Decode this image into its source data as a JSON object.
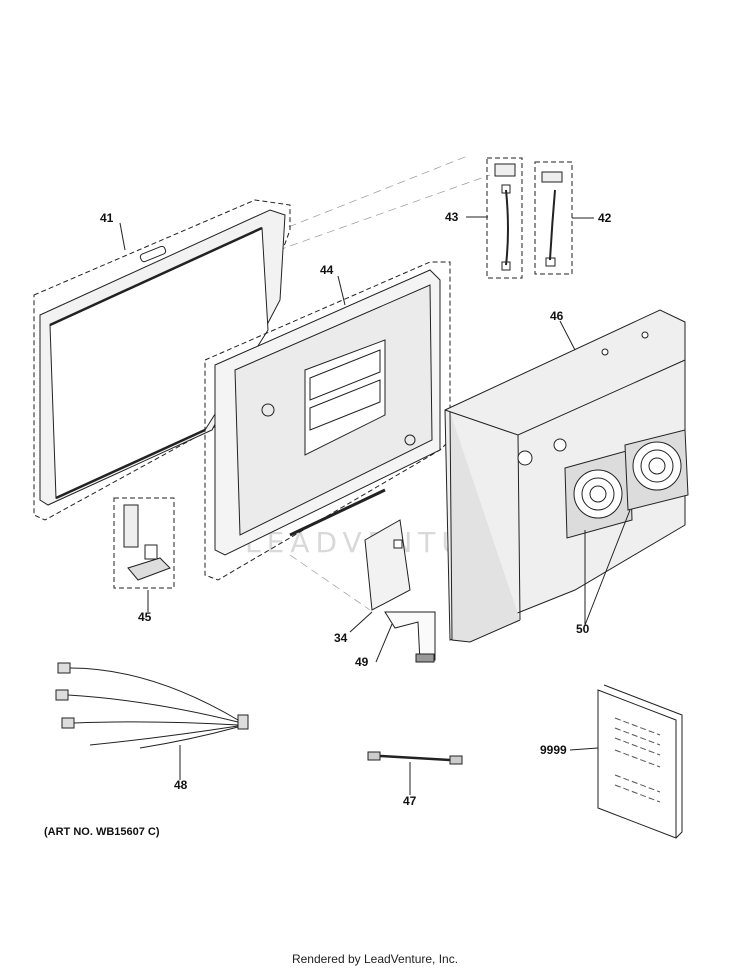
{
  "callouts": {
    "c41": "41",
    "c43": "43",
    "c42": "42",
    "c44": "44",
    "c46": "46",
    "c45": "45",
    "c34": "34",
    "c49": "49",
    "c50": "50",
    "c48": "48",
    "c9999": "9999",
    "c47": "47"
  },
  "art_number": "(ART NO. WB15607 C)",
  "watermark": "LEADVENTURE",
  "footer": "Rendered by LeadVenture, Inc.",
  "colors": {
    "line": "#222222",
    "shade": "#e6e6e6",
    "dark": "#555555"
  }
}
